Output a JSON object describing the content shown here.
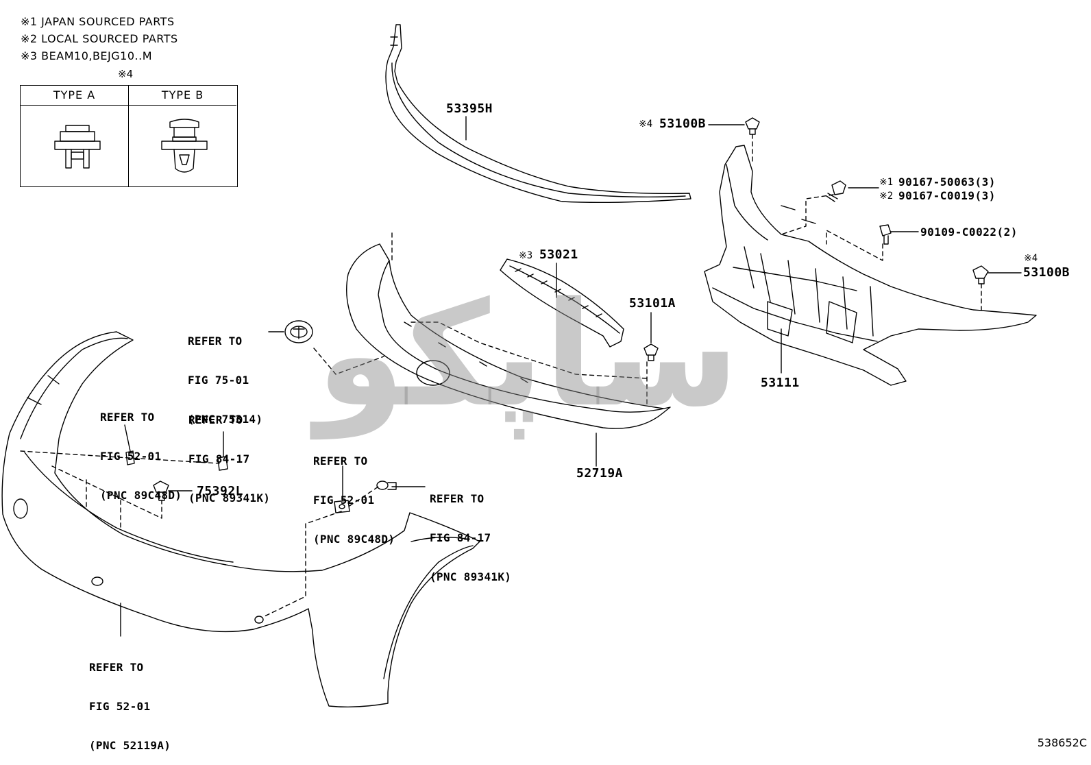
{
  "notes": [
    "※1 JAPAN SOURCED PARTS",
    "※2 LOCAL SOURCED PARTS",
    "※3 BEAM10,BEJG10..M"
  ],
  "legend": {
    "marker": "※4",
    "type_a": "TYPE A",
    "type_b": "TYPE B"
  },
  "parts": {
    "p53395h": "53395H",
    "p53100b_top": "53100B",
    "p53100b_top_mark": "※4",
    "p90167_1": "90167-50063(3)",
    "p90167_1_mark": "※1",
    "p90167_2": "90167-C0019(3)",
    "p90167_2_mark": "※2",
    "p90109": "90109-C0022(2)",
    "p53100b_right": "53100B",
    "p53100b_right_mark": "※4",
    "p53021": "53021",
    "p53021_mark": "※3",
    "p53101a": "53101A",
    "p53111": "53111",
    "p52719a": "52719A",
    "p75392l": "75392L"
  },
  "refs": {
    "emblem": [
      "REFER TO",
      "FIG 75-01",
      "(PNC 75314)"
    ],
    "left_clip": [
      "REFER TO",
      "FIG 52-01",
      "(PNC 89C48D)"
    ],
    "left_sensor": [
      "REFER TO",
      "FIG 84-17",
      "(PNC 89341K)"
    ],
    "mid_clip": [
      "REFER TO",
      "FIG 52-01",
      "(PNC 89C48D)"
    ],
    "mid_sensor": [
      "REFER TO",
      "FIG 84-17",
      "(PNC 89341K)"
    ],
    "bumper": [
      "REFER TO",
      "FIG 52-01",
      "(PNC 52119A)"
    ]
  },
  "watermark_text": "ساپکو",
  "diagram_id": "538652C"
}
